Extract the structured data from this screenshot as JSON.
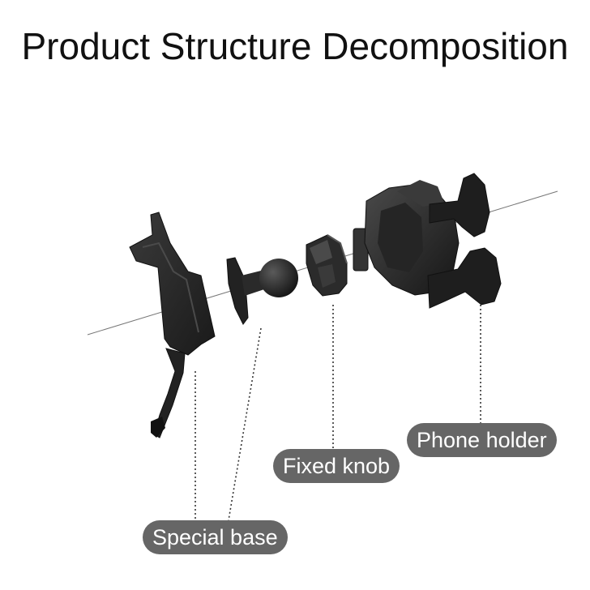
{
  "title": "Product Structure Decomposition",
  "labels": {
    "phone_holder": "Phone holder",
    "fixed_knob": "Fixed knob",
    "special_base": "Special base"
  },
  "colors": {
    "label_background": "#666666",
    "label_text": "#ffffff",
    "part_color": "#2a2a2a"
  }
}
